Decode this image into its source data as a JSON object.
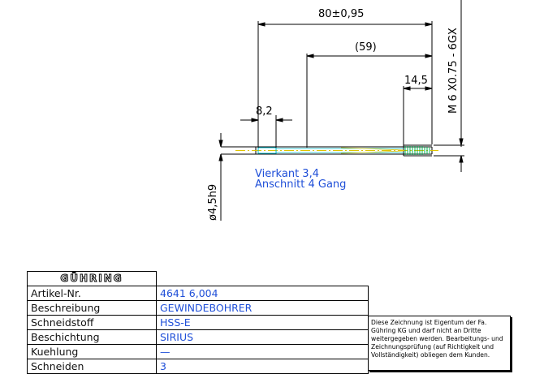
{
  "dimensions": {
    "total_length": "80±0,95",
    "mid_length": "(59)",
    "thread_length": "14,5",
    "square_length": "8,2",
    "thread_spec": "M 6 X0.75 - 6GX",
    "shank_diameter": "ø4,5h9"
  },
  "notes": {
    "line1": "Vierkant 3,4",
    "line2": "Anschnitt 4 Gang"
  },
  "title_block": {
    "logo": "GÜHRING",
    "rows": [
      {
        "label": "Artikel-Nr.",
        "value": "4641 6,004"
      },
      {
        "label": "Beschreibung",
        "value": "GEWINDEBOHRER"
      },
      {
        "label": "Schneidstoff",
        "value": "HSS-E"
      },
      {
        "label": "Beschichtung",
        "value": "SIRIUS"
      },
      {
        "label": "Kuehlung",
        "value": "—"
      },
      {
        "label": "Schneiden",
        "value": "3"
      }
    ]
  },
  "notice_text": "Diese Zeichnung ist Eigentum der Fa. Gühring KG und darf nicht an Dritte weitergegeben werden. Bearbeitungs- und Zeichnungsprüfung (auf Richtigkeit und Vollständigkeit) obliegen dem Kunden.",
  "colors": {
    "outline": "#000000",
    "note_text": "#1f4fd8",
    "centerline": "#e0c400",
    "shank": "#00b7c7",
    "thread": "#00b050"
  }
}
